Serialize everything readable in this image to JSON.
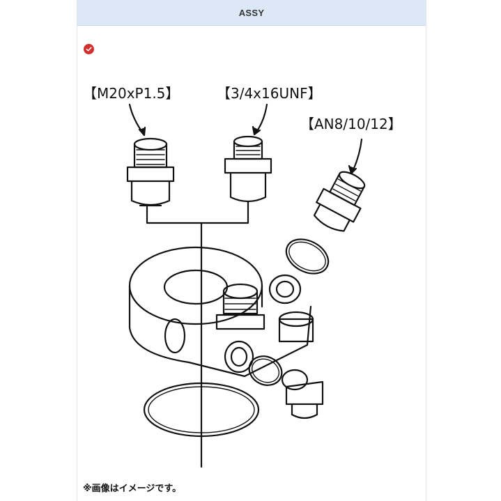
{
  "header": {
    "title": "ASSY"
  },
  "status": {
    "icon": "check-circle-icon",
    "color": "#d32f2f"
  },
  "diagram": {
    "labels": {
      "m20": "【M20xP1.5】",
      "unf": "【3/4x16UNF】",
      "an": "【AN8/10/12】"
    }
  },
  "footer": {
    "note": "※画像はイメージです。"
  }
}
